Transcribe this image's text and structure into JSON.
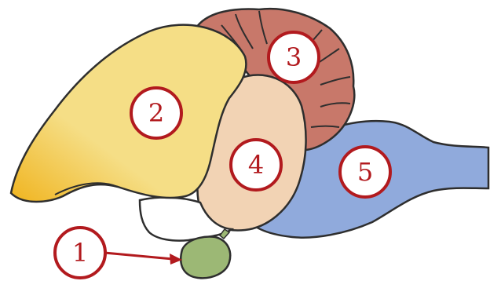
{
  "diagram": {
    "labels": [
      {
        "id": "1",
        "text": "1"
      },
      {
        "id": "2",
        "text": "2"
      },
      {
        "id": "3",
        "text": "3"
      },
      {
        "id": "4",
        "text": "4"
      },
      {
        "id": "5",
        "text": "5"
      }
    ]
  },
  "colors": {
    "forebrain": "#f5de86",
    "forebrain_tip": "#f0b41f",
    "cerebellum": "#c8786a",
    "midbrain": "#f2d3b4",
    "hindbrain": "#90aadc",
    "pituitary": "#9cb875",
    "outline": "#2e2e2e",
    "label_ring": "#b21a1e"
  }
}
